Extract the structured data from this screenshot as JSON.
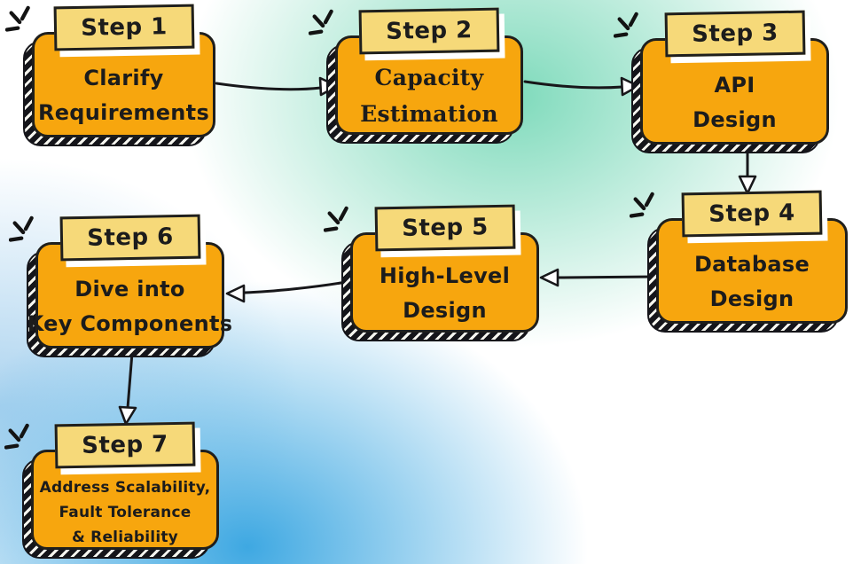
{
  "diagram": {
    "type": "flowchart",
    "topic": "system design interview steps"
  },
  "colors": {
    "card_fill": "#F7A60E",
    "header_fill": "#F6D979",
    "ink": "#1F1F1D",
    "header_shadow": "#FFFFFF",
    "background_mint": "#7EDABB",
    "background_blue": "#3EA8E2",
    "background_base": "#FFFFFF"
  },
  "steps": [
    {
      "label": "Step 1",
      "lines": [
        "Clarify",
        "Requirements"
      ]
    },
    {
      "label": "Step 2",
      "lines": [
        "Capacity",
        "Estimation"
      ]
    },
    {
      "label": "Step 3",
      "lines": [
        "API",
        "Design"
      ]
    },
    {
      "label": "Step 4",
      "lines": [
        "Database",
        "Design"
      ]
    },
    {
      "label": "Step 5",
      "lines": [
        "High-Level",
        "Design"
      ]
    },
    {
      "label": "Step 6",
      "lines": [
        "Dive into",
        "Key Components"
      ]
    },
    {
      "label": "Step 7",
      "lines": [
        "Address Scalability,",
        "Fault Tolerance",
        "& Reliability"
      ]
    }
  ],
  "connections": [
    {
      "from": "Step 1",
      "to": "Step 2"
    },
    {
      "from": "Step 2",
      "to": "Step 3"
    },
    {
      "from": "Step 3",
      "to": "Step 4"
    },
    {
      "from": "Step 4",
      "to": "Step 5"
    },
    {
      "from": "Step 5",
      "to": "Step 6"
    },
    {
      "from": "Step 6",
      "to": "Step 7"
    }
  ]
}
